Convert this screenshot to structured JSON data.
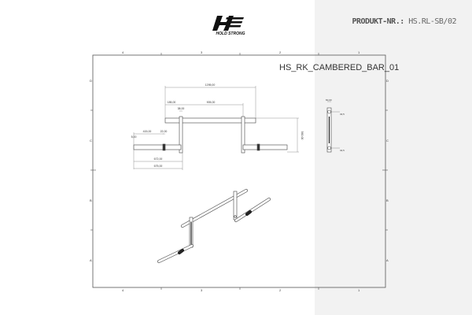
{
  "brand": {
    "name": "HOLD STRONG",
    "logo": "HS"
  },
  "product": {
    "label": "PRODUKT-NR.:",
    "number": "HS.RL-SB/02"
  },
  "drawing": {
    "title": "HS_RK_CAMBERED_BAR_01",
    "columns": [
      "4",
      "3",
      "2",
      "1"
    ],
    "rows": [
      "D",
      "C",
      "B",
      "A"
    ],
    "dimensions": {
      "overall_width": "1295,00",
      "offset": "185,00",
      "inner_width": "905,00",
      "plate": "38,00",
      "handle_to_knurl": "415,00",
      "knurl": "22,00",
      "end": "5,00",
      "handle_length_1": "672,00",
      "handle_length_2": "675,00",
      "height": "560,00",
      "side_width": "60,00",
      "side_hole_top": "32,5",
      "side_hole_bottom": "32,5"
    }
  }
}
